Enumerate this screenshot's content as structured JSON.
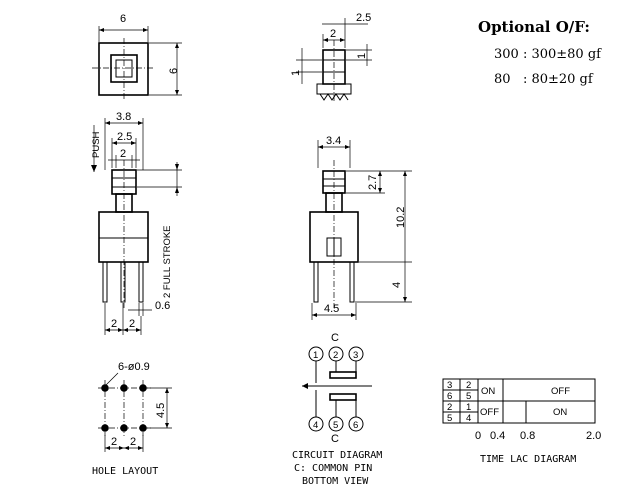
{
  "optional": {
    "title": "Optional O/F:",
    "line1": "300 : 300±80 gf",
    "line2": "80   : 80±20 gf"
  },
  "top_view": {
    "width": "6",
    "height": "6"
  },
  "side_top": {
    "d1": "2.5",
    "d2": "2",
    "d3": "1",
    "d4": "1"
  },
  "front_view": {
    "push": "PUSH",
    "w1": "3.8",
    "w2": "2.5",
    "w3": "2",
    "stroke": "2 FULL STROKE",
    "pin": "0.6",
    "pitch1": "2",
    "pitch2": "2"
  },
  "side_view": {
    "w": "3.4",
    "h1": "2.7",
    "h2": "10.2",
    "h3": "4",
    "w2": "4.5"
  },
  "hole_layout": {
    "holes": "6-ø0.9",
    "h": "4.5",
    "p1": "2",
    "p2": "2",
    "caption": "HOLE LAYOUT"
  },
  "circuit": {
    "top_c": "C",
    "bottom_c": "C",
    "pins": [
      "1",
      "2",
      "3",
      "4",
      "5",
      "6"
    ],
    "caption1": "CIRCUIT DIAGRAM",
    "caption2": "C: COMMON PIN",
    "caption3": "BOTTOM VIEW"
  },
  "timing": {
    "rows": [
      {
        "a": "3",
        "b": "2"
      },
      {
        "a": "6",
        "b": "5"
      },
      {
        "a": "2",
        "b": "1"
      },
      {
        "a": "5",
        "b": "4"
      }
    ],
    "on_label": "ON",
    "off_label": "OFF",
    "off_state": "OFF",
    "on_state": "ON",
    "ticks": [
      "0",
      "0.4",
      "0.8",
      "2.0"
    ],
    "caption": "TIME LAC DIAGRAM"
  }
}
